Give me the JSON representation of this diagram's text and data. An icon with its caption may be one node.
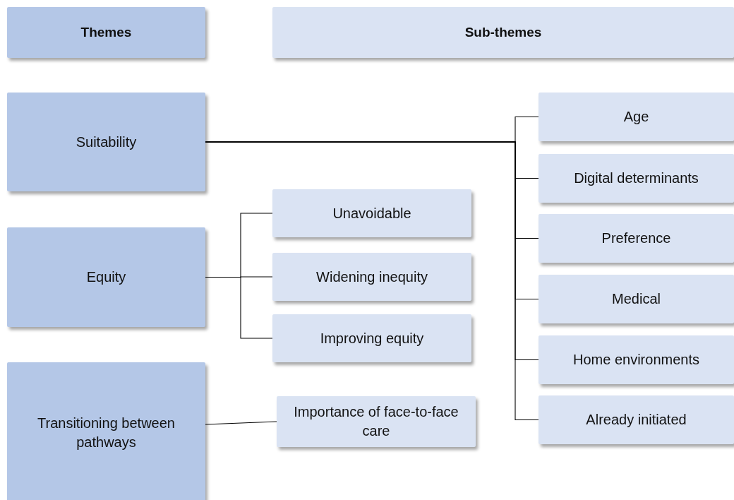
{
  "diagram": {
    "nodes": [
      {
        "text": [
          "Themes"
        ]
      },
      {
        "text": [
          "Sub-themes"
        ]
      },
      {
        "text": [
          "Suitability"
        ]
      },
      {
        "text": [
          "Age"
        ]
      },
      {
        "text": [
          "Digital determinants"
        ]
      },
      {
        "text": [
          "Preference"
        ]
      },
      {
        "text": [
          "Medical"
        ]
      },
      {
        "text": [
          "Home environments"
        ]
      },
      {
        "text": [
          "Already initiated"
        ]
      },
      {
        "text": [
          "Equity"
        ]
      },
      {
        "text": [
          "Unavoidable"
        ]
      },
      {
        "text": [
          "Widening inequity"
        ]
      },
      {
        "text": [
          "Improving equity"
        ]
      },
      {
        "text": [
          "Transitioning between pathways"
        ]
      },
      {
        "text": [
          "Importance of face-to-face care"
        ]
      }
    ],
    "edges": [
      {
        "from": 2,
        "to": 3,
        "arrow": "none"
      },
      {
        "from": 2,
        "to": 4,
        "arrow": "none"
      },
      {
        "from": 2,
        "to": 5,
        "arrow": "none"
      },
      {
        "from": 2,
        "to": 6,
        "arrow": "none"
      },
      {
        "from": 2,
        "to": 7,
        "arrow": "none"
      },
      {
        "from": 2,
        "to": 8,
        "arrow": "none"
      },
      {
        "from": 9,
        "to": 10,
        "arrow": "none"
      },
      {
        "from": 9,
        "to": 11,
        "arrow": "none"
      },
      {
        "from": 9,
        "to": 12,
        "arrow": "none"
      },
      {
        "from": 13,
        "to": 14,
        "arrow": "none"
      }
    ]
  }
}
